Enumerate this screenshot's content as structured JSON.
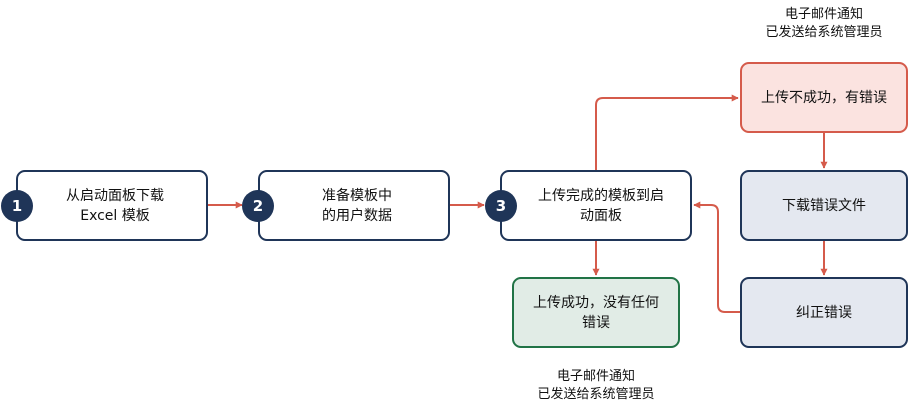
{
  "nodes": {
    "step1": {
      "badge": "1",
      "label": "从启动面板下载\nExcel 模板"
    },
    "step2": {
      "badge": "2",
      "label": "准备模板中\n的用户数据"
    },
    "step3": {
      "badge": "3",
      "label": "上传完成的模板到启\n动面板"
    },
    "success": {
      "label": "上传成功，没有任何\n错误"
    },
    "failure": {
      "label": "上传不成功，有错误"
    },
    "download_errors": {
      "label": "下载错误文件"
    },
    "correct_errors": {
      "label": "纠正错误"
    }
  },
  "notes": {
    "top": {
      "line1": "电子邮件通知",
      "line2": "已发送给系统管理员"
    },
    "bottom": {
      "line1": "电子邮件通知",
      "line2": "已发送给系统管理员"
    }
  },
  "colors": {
    "navy": "#1f3558",
    "arrow": "#d55b4b",
    "success_fill": "#e1ece6",
    "success_border": "#217346",
    "failure_fill": "#fbe3e0",
    "failure_border": "#d55b4b",
    "neutral_fill": "#e4e8f0"
  }
}
